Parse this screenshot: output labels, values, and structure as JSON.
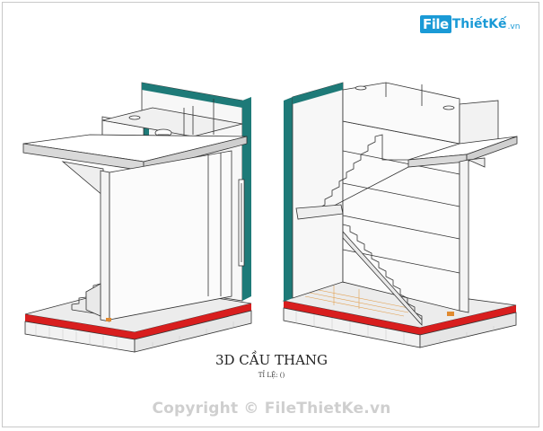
{
  "logo": {
    "badge": "File",
    "text": "ThiếtKế",
    "suffix": ".vn"
  },
  "drawing": {
    "title": "3D CẦU THANG",
    "scale_label": "TỈ LỆ: ()"
  },
  "watermark": "Copyright © FileThietKe.vn",
  "colors": {
    "wall_teal": "#1e7a78",
    "floor_red": "#d81e1e",
    "line": "#333333",
    "logo_blue": "#1a9ad6"
  }
}
